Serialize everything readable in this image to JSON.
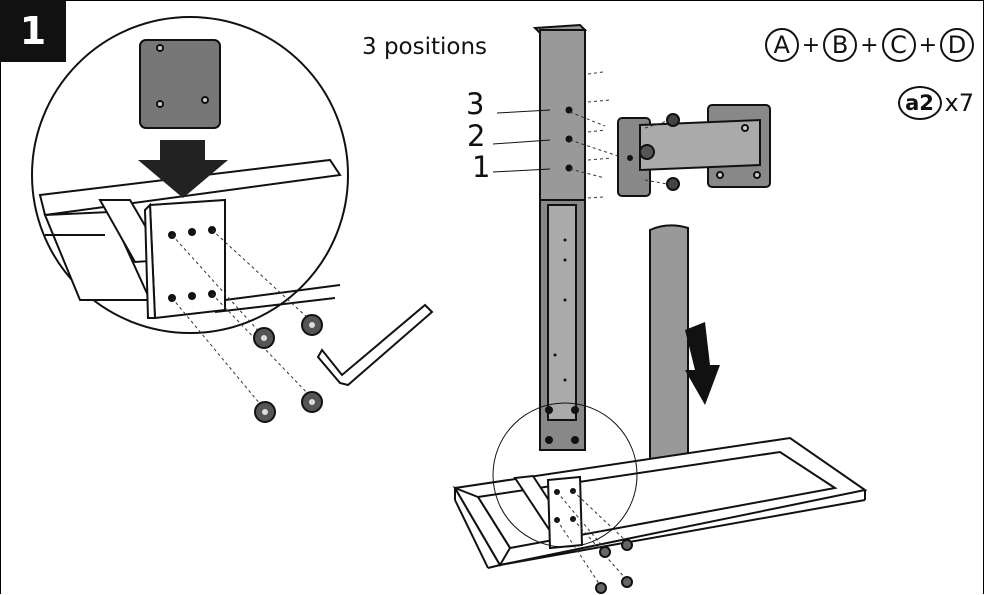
{
  "step": {
    "number": "1"
  },
  "positions_label": "3 positions",
  "position_numbers": [
    "3",
    "2",
    "1"
  ],
  "parts": {
    "items": [
      "A",
      "B",
      "C",
      "D"
    ],
    "separator": "+"
  },
  "hardware": {
    "code": "a2",
    "quantity": "x7"
  }
}
